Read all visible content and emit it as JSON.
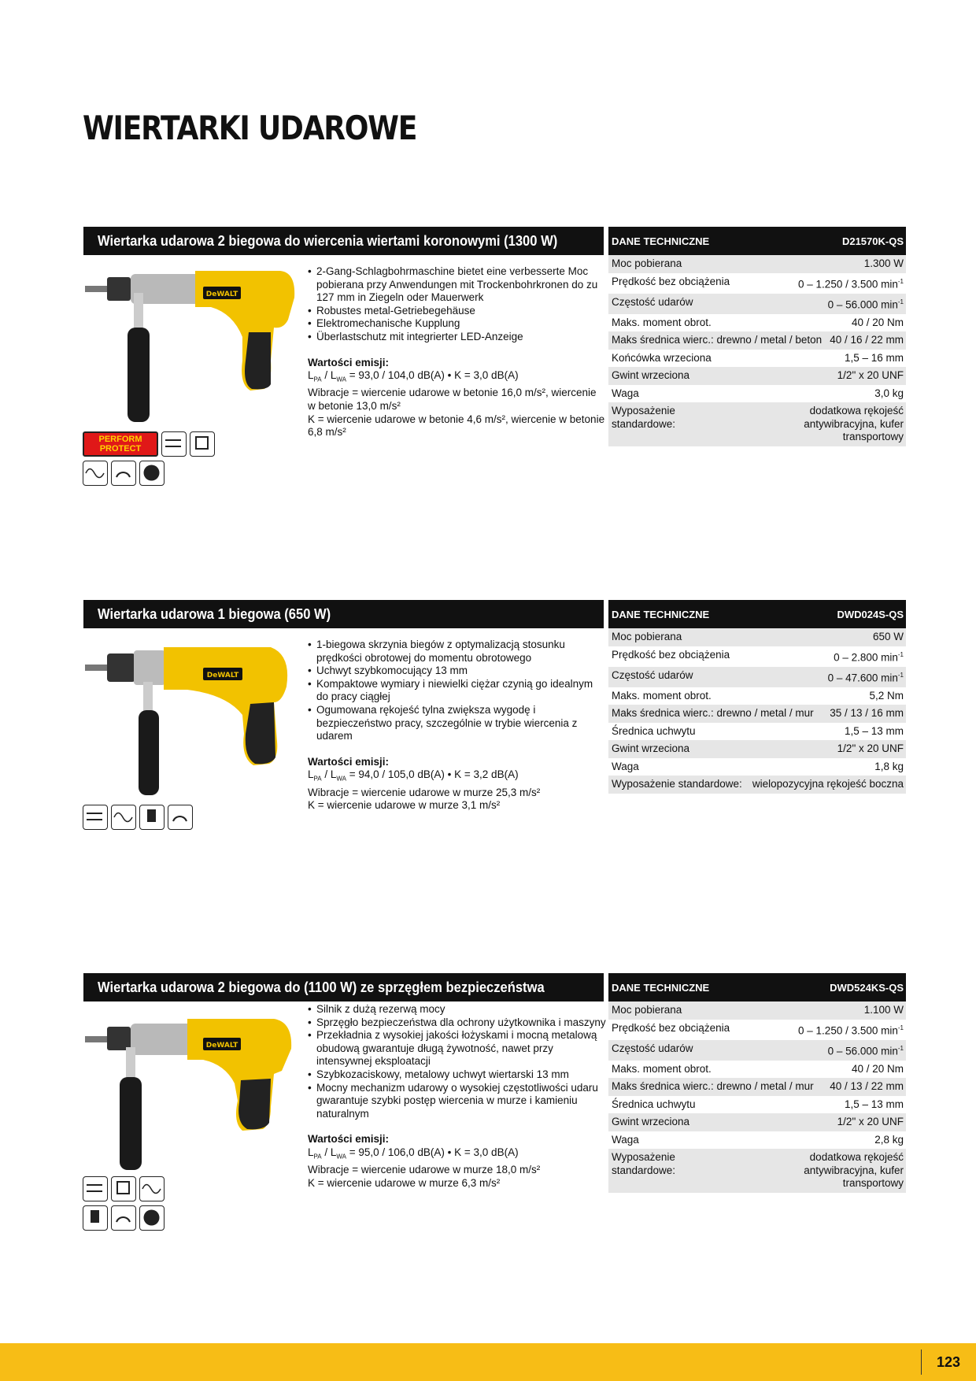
{
  "page": {
    "title": "WIERTARKI UDAROWE",
    "page_number": "123",
    "accent_color": "#f7bd16"
  },
  "common": {
    "spec_header": "DANE TECHNICZNE",
    "emissions_label": "Wartości emisji:"
  },
  "products": [
    {
      "name": "Wiertarka udarowa 2 biegowa do wiercenia wiertami koronowymi (1300 W)",
      "model": "D21570K-QS",
      "features": [
        "2-Gang-Schlagbohrmaschine bietet eine verbesserte Moc pobierana przy Anwendungen mit Trockenbohrkronen do zu 127 mm in Ziegeln oder Mauerwerk",
        "Robustes metal-Getriebegehäuse",
        "Elektromechanische Kupplung",
        "Überlastschutz mit integrierter LED-Anzeige"
      ],
      "emissions": {
        "noise": "= 93,0 / 104,0 dB(A) • K = 3,0 dB(A)",
        "lines": [
          "Wibracje = wiercenie udarowe w betonie 16,0 m/s², wiercenie w betonie 13,0 m/s²",
          "K = wiercenie udarowe w betonie 4,6 m/s², wiercenie w betonie 6,8 m/s²"
        ]
      },
      "specs": [
        {
          "label": "Moc pobierana",
          "value": "1.300 W"
        },
        {
          "label": "Prędkość bez obciążenia",
          "value": "0 – 1.250 / 3.500 min",
          "sup": "-1"
        },
        {
          "label": "Częstość udarów",
          "value": "0 – 56.000 min",
          "sup": "-1"
        },
        {
          "label": "Maks. moment obrot.",
          "value": "40 / 20 Nm"
        },
        {
          "label": "Maks średnica wierc.: drewno / metal / beton",
          "value": "40 / 16 / 22 mm"
        },
        {
          "label": "Końcówka wrzeciona",
          "value": "1,5 – 16 mm"
        },
        {
          "label": "Gwint wrzeciona",
          "value": "1/2\" x 20 UNF"
        },
        {
          "label": "Waga",
          "value": "3,0 kg"
        },
        {
          "label": "Wyposażenie standardowe:",
          "value": "dodatkowa rękojeść antywibracyjna, kufer transportowy"
        }
      ],
      "badge": "PERFORM PROTECT"
    },
    {
      "name": "Wiertarka udarowa 1 biegowa  (650 W)",
      "model": "DWD024S-QS",
      "features": [
        "1-biegowa skrzynia biegów z optymalizacją stosunku prędkości obrotowej do momentu obrotowego",
        "Uchwyt szybkomocujący 13 mm",
        "Kompaktowe wymiary i niewielki ciężar czynią go idealnym do pracy ciągłej",
        "Ogumowana rękojeść tylna zwiększa wygodę i bezpieczeństwo pracy, szczególnie w trybie wiercenia z udarem"
      ],
      "emissions": {
        "noise": "= 94,0 / 105,0 dB(A) • K = 3,2 dB(A)",
        "lines": [
          "Wibracje = wiercenie udarowe w murze 25,3 m/s²",
          "K = wiercenie udarowe w murze 3,1 m/s²"
        ]
      },
      "specs": [
        {
          "label": "Moc pobierana",
          "value": "650 W"
        },
        {
          "label": "Prędkość bez obciążenia",
          "value": "0 – 2.800 min",
          "sup": "-1"
        },
        {
          "label": "Częstość udarów",
          "value": "0 – 47.600 min",
          "sup": "-1"
        },
        {
          "label": "Maks. moment obrot.",
          "value": "5,2 Nm"
        },
        {
          "label": "Maks średnica wierc.: drewno / metal / mur",
          "value": "35 / 13 / 16 mm"
        },
        {
          "label": "Średnica uchwytu",
          "value": "1,5 – 13 mm"
        },
        {
          "label": "Gwint wrzeciona",
          "value": "1/2\" x 20 UNF"
        },
        {
          "label": "Waga",
          "value": "1,8 kg"
        },
        {
          "label": "Wyposażenie standardowe:",
          "value": "wielopozycyjna rękojeść boczna"
        }
      ]
    },
    {
      "name": "Wiertarka udarowa 2 biegowa do (1100 W) ze sprzęgłem bezpieczeństwa",
      "model": "DWD524KS-QS",
      "features": [
        "Silnik z dużą rezerwą mocy",
        "Sprzęgło bezpieczeństwa dla ochrony użytkownika i maszyny",
        "Przekładnia z wysokiej jakości łożyskami i mocną metalową obudową gwarantuje długą żywotność, nawet przy intensywnej eksploatacji",
        "Szybkozaciskowy, metalowy uchwyt wiertarski 13 mm",
        "Mocny mechanizm udarowy o wysokiej częstotliwości udaru gwarantuje szybki postęp wiercenia w murze i kamieniu naturalnym"
      ],
      "emissions": {
        "noise": "= 95,0 / 106,0 dB(A) • K = 3,0 dB(A)",
        "lines": [
          "Wibracje = wiercenie udarowe w murze 18,0 m/s²",
          "K = wiercenie udarowe w murze 6,3 m/s²"
        ]
      },
      "specs": [
        {
          "label": "Moc pobierana",
          "value": "1.100 W"
        },
        {
          "label": "Prędkość bez obciążenia",
          "value": "0 – 1.250 / 3.500 min",
          "sup": "-1"
        },
        {
          "label": "Częstość udarów",
          "value": "0 – 56.000 min",
          "sup": "-1"
        },
        {
          "label": "Maks. moment obrot.",
          "value": "40 / 20 Nm"
        },
        {
          "label": "Maks średnica wierc.: drewno / metal / mur",
          "value": "40 / 13 / 22 mm"
        },
        {
          "label": "Średnica uchwytu",
          "value": "1,5 – 13 mm"
        },
        {
          "label": "Gwint wrzeciona",
          "value": "1/2\" x 20 UNF"
        },
        {
          "label": "Waga",
          "value": "2,8 kg"
        },
        {
          "label": "Wyposażenie standardowe:",
          "value": "dodatkowa rękojeść antywibracyjna, kufer transportowy"
        }
      ]
    }
  ]
}
